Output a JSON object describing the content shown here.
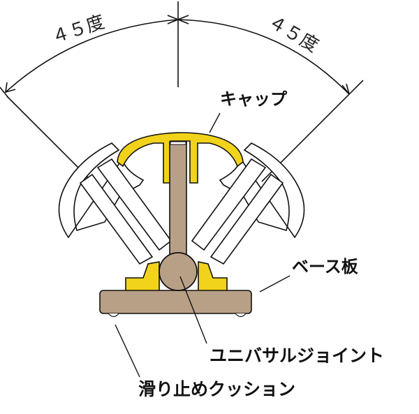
{
  "diagram": {
    "angle_left": "４５度",
    "angle_right": "４５度",
    "labels": {
      "cap": "キャップ",
      "base_plate": "ベース板",
      "universal_joint": "ユニバサルジョイント",
      "anti_slip_cushion": "滑り止めクッション"
    },
    "colors": {
      "cap_yellow": "#F2D31B",
      "base_tan": "#B8A086",
      "outline": "#111111",
      "background": "#FFFFFF"
    }
  }
}
